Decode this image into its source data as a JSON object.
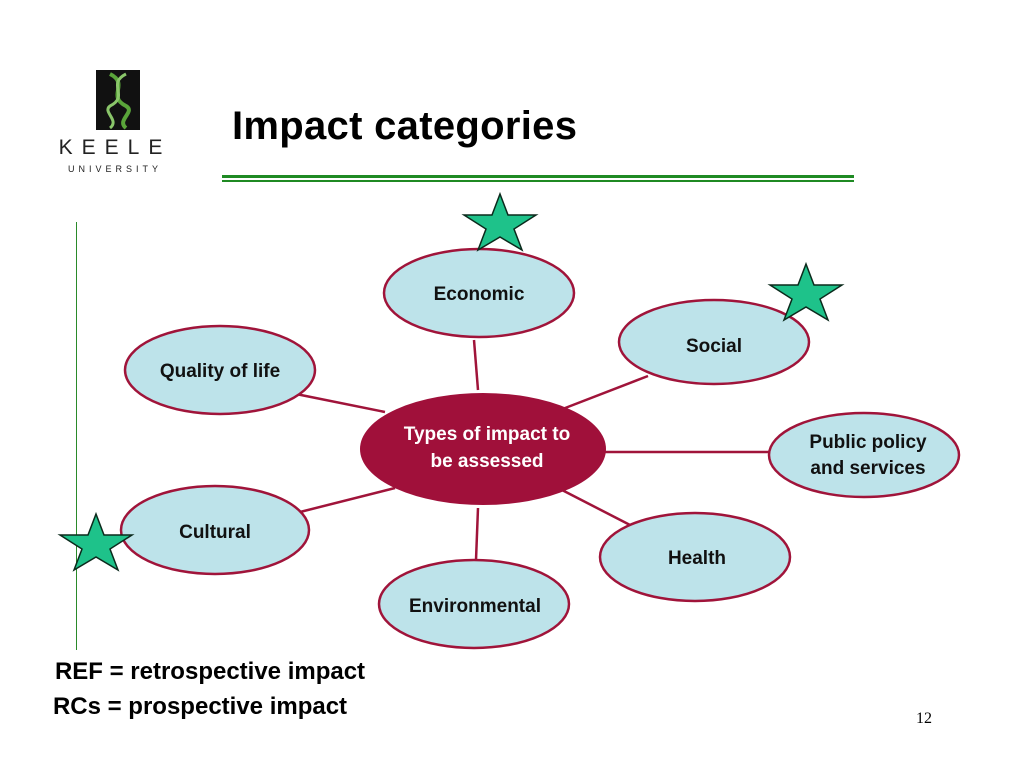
{
  "logo": {
    "name": "KEELE",
    "sub": "UNIVERSITY"
  },
  "title": "Impact categories",
  "diagram": {
    "center": {
      "line1": "Types of impact to",
      "line2": "be assessed"
    },
    "nodes": {
      "economic": {
        "line1": "Economic"
      },
      "social": {
        "line1": "Social"
      },
      "quality_of_life": {
        "line1": "Quality of life"
      },
      "public_policy": {
        "line1": "Public policy",
        "line2": "and services"
      },
      "cultural": {
        "line1": "Cultural"
      },
      "health": {
        "line1": "Health"
      },
      "environmental": {
        "line1": "Environmental"
      }
    },
    "colors": {
      "node_fill": "#bde3ea",
      "node_stroke": "#a0143a",
      "center_fill": "#a0103a",
      "star_fill": "#1ec28a"
    }
  },
  "footnotes": {
    "ref": "REF = retrospective impact",
    "rcs": "RCs = prospective impact"
  },
  "page_number": "12"
}
